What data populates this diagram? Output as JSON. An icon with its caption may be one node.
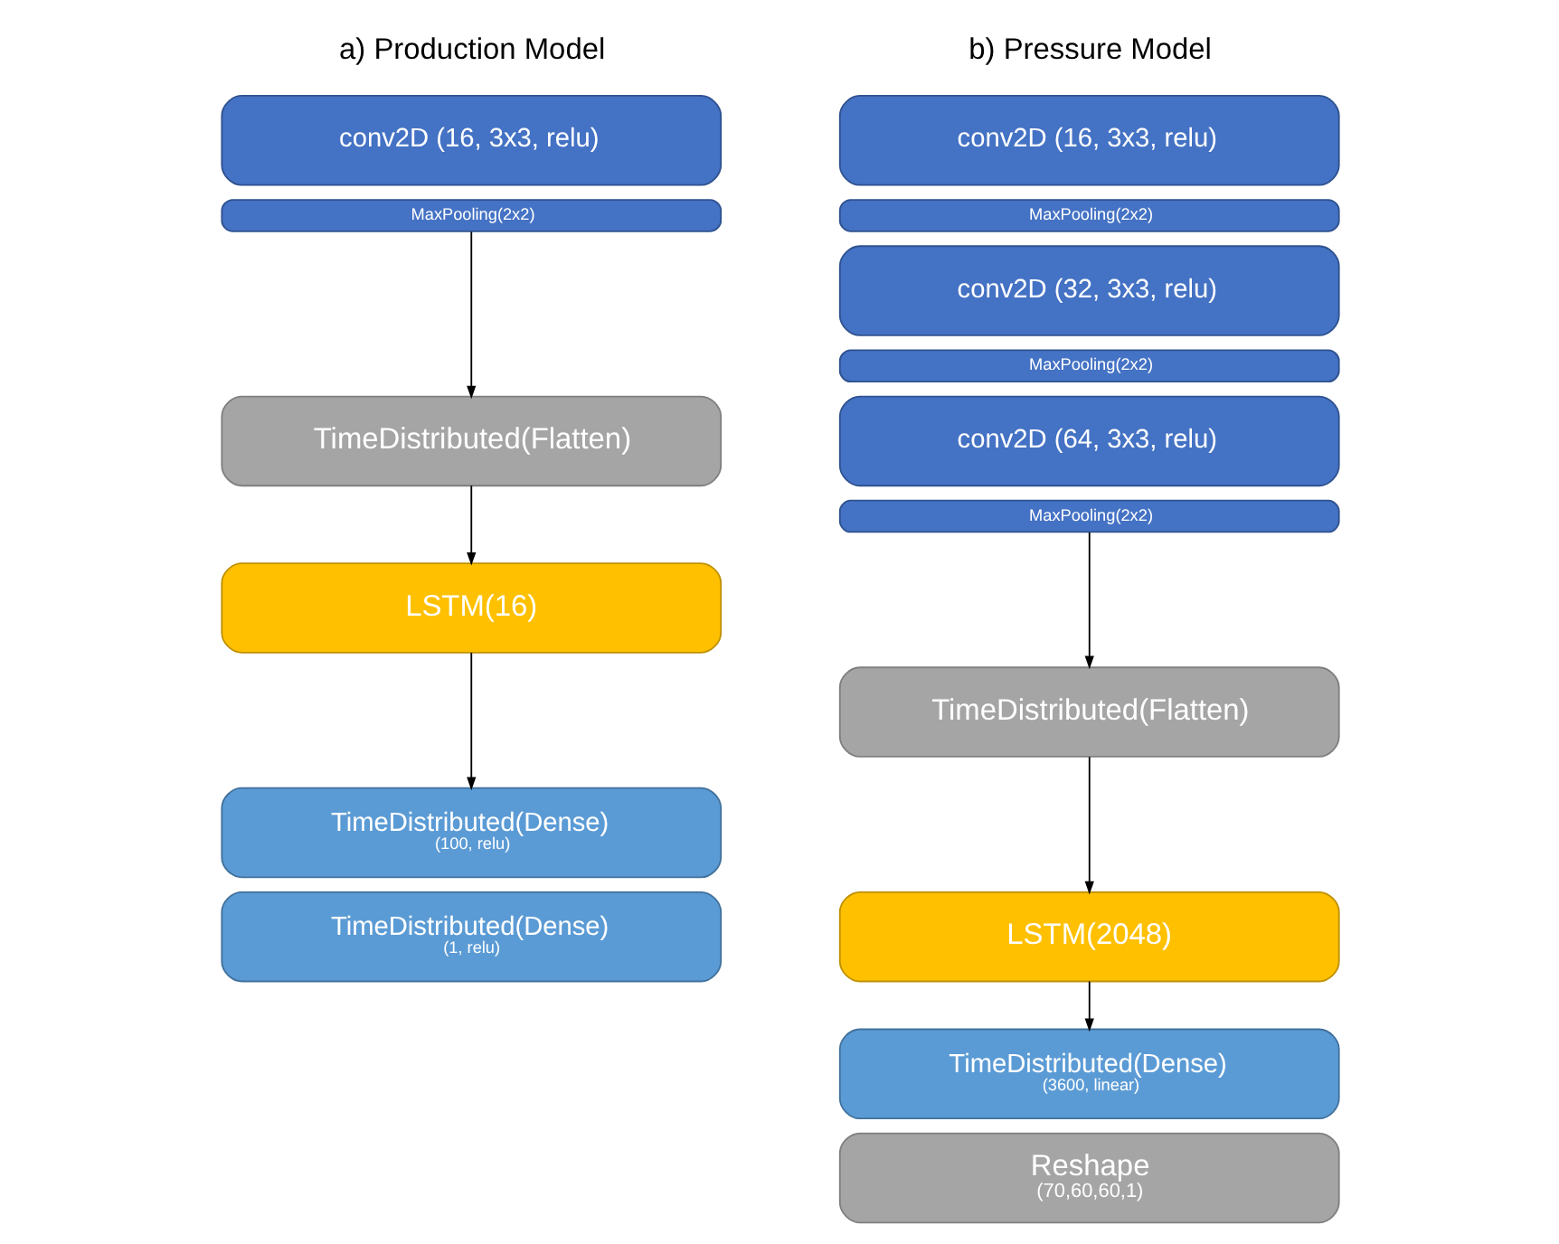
{
  "diagram": {
    "nodes": [
      {
        "text": [
          "conv2D (16, 3x3, relu)"
        ]
      },
      {
        "text": [
          "MaxPooling(2x2)"
        ]
      },
      {
        "text": [
          "TimeDistributed(Flatten)"
        ]
      },
      {
        "text": [
          "LSTM(16)"
        ]
      },
      {
        "text": [
          "TimeDistributed(Dense)",
          "(100, relu)"
        ]
      },
      {
        "text": [
          "TimeDistributed(Dense)",
          "(1, relu)"
        ]
      },
      {
        "text": [
          "conv2D (16, 3x3, relu)"
        ]
      },
      {
        "text": [
          "MaxPooling(2x2)"
        ]
      },
      {
        "text": [
          "conv2D (32, 3x3, relu)"
        ]
      },
      {
        "text": [
          "MaxPooling(2x2)"
        ]
      },
      {
        "text": [
          "conv2D (64, 3x3, relu)"
        ]
      },
      {
        "text": [
          "MaxPooling(2x2)"
        ]
      },
      {
        "text": [
          "TimeDistributed(Flatten)"
        ]
      },
      {
        "text": [
          "LSTM(2048)"
        ]
      },
      {
        "text": [
          "TimeDistributed(Dense)",
          "(3600, linear)"
        ]
      },
      {
        "text": [
          "Reshape",
          "(70,60,60,1)"
        ]
      }
    ],
    "edges": [
      {
        "from": 1,
        "to": 2,
        "arrow": "to"
      },
      {
        "from": 2,
        "to": 3,
        "arrow": "to"
      },
      {
        "from": 3,
        "to": 4,
        "arrow": "to"
      },
      {
        "from": 11,
        "to": 12,
        "arrow": "to"
      },
      {
        "from": 12,
        "to": 13,
        "arrow": "to"
      },
      {
        "from": 13,
        "to": 14,
        "arrow": "to"
      }
    ],
    "labels": [
      "a) Production Model",
      "b) Pressure Model"
    ]
  }
}
